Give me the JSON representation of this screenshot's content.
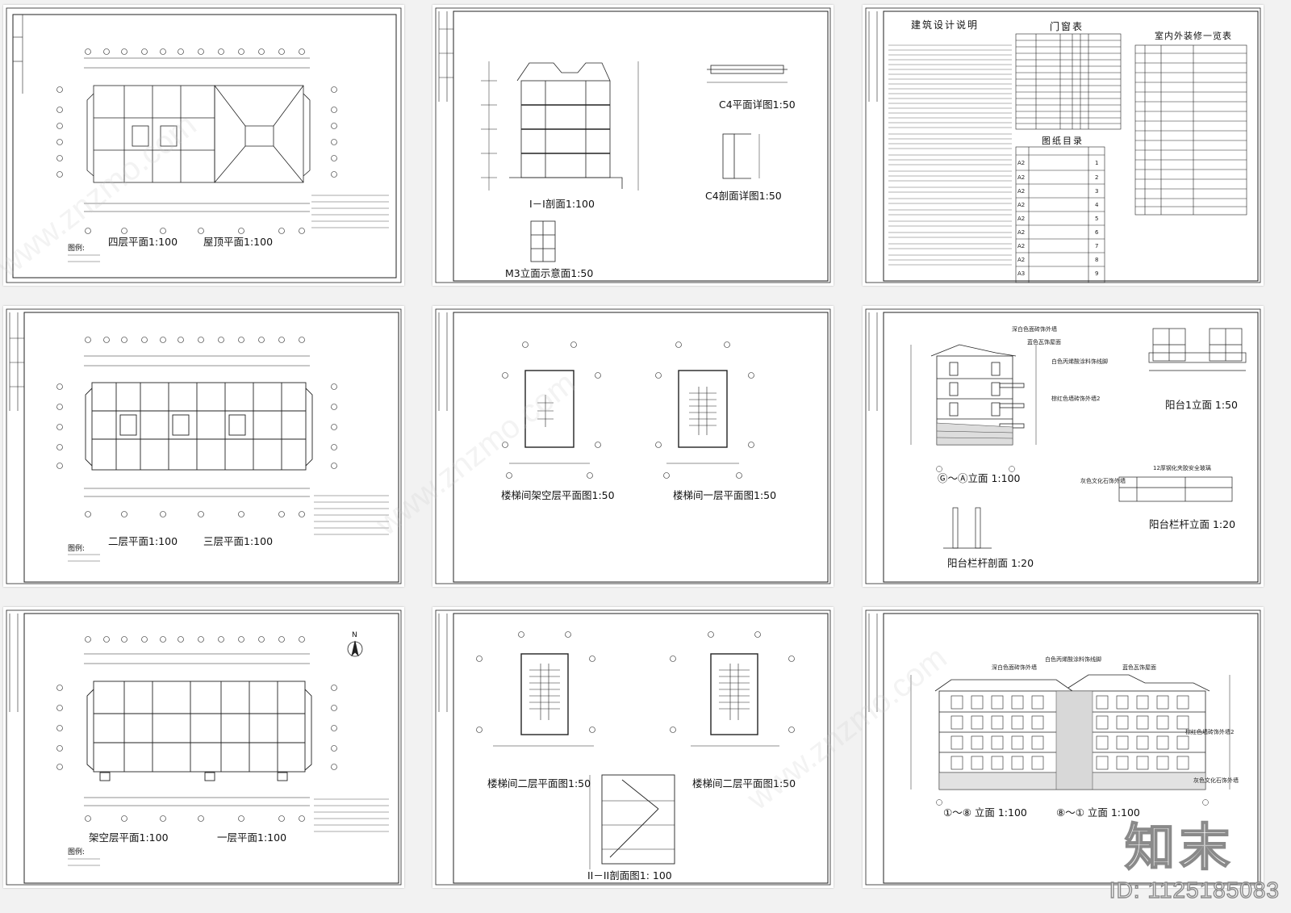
{
  "sheets": {
    "s1": {
      "plan_a": "四层平面1:100",
      "plan_b": "屋顶平面1:100"
    },
    "s2": {
      "section": "I－I剖面1:100",
      "c4_plan": "C4平面详图1:50",
      "c4_section": "C4剖面详图1:50",
      "m3": "M3立面示意面1:50"
    },
    "s3": {
      "notes_title": "建筑设计说明",
      "door_table_title": "门窗表",
      "finish_title": "室内外装修一览表",
      "index_title": "图纸目录",
      "index_sizes": [
        "A2",
        "A2",
        "A2",
        "A2",
        "A2",
        "A2",
        "A2",
        "A2",
        "A3"
      ],
      "index_nums": [
        "1",
        "2",
        "3",
        "4",
        "5",
        "6",
        "7",
        "8",
        "9"
      ]
    },
    "s4": {
      "plan_a": "二层平面1:100",
      "plan_b": "三层平面1:100"
    },
    "s5": {
      "stair_a": "楼梯间架空层平面图1:50",
      "stair_b": "楼梯间一层平面图1:50"
    },
    "s6": {
      "elev": "Ⓖ～Ⓐ立面 1:100",
      "balcony_elev": "阳台1立面 1:50",
      "rail_elev": "阳台栏杆立面 1:20",
      "rail_section": "阳台栏杆剖面 1:20",
      "note_rail": "12厚钢化夹胶安全玻璃",
      "note_paint_white": "深白色面砖饰外墙",
      "note_roof": "蓝色瓦饰屋面",
      "note_cornice": "白色丙烯酸涂料饰线脚",
      "note_brown": "棕红色墙砖饰外墙2",
      "note_stone": "灰色文化石饰外墙"
    },
    "s7": {
      "plan_a": "架空层平面1:100",
      "plan_b": "一层平面1:100",
      "north": "N"
    },
    "s8": {
      "stair_a": "楼梯间二层平面图1:50",
      "stair_b": "楼梯间二层平面图1:50",
      "section": "II－II剖面图1: 100"
    },
    "s9": {
      "elev_a": "①～⑧ 立面 1:100",
      "elev_b": "⑧～① 立面 1:100",
      "note_paint_white": "深白色面砖饰外墙",
      "note_cornice": "白色丙烯酸涂料饰线脚",
      "note_roof": "蓝色瓦饰屋面",
      "note_brown": "棕红色墙砖饰外墙2",
      "note_stone": "灰色文化石饰外墙"
    },
    "legend_label": "图例:"
  },
  "watermark": {
    "logo": "知末",
    "id": "ID: 1125185083",
    "site": "www.znzmo.com"
  }
}
